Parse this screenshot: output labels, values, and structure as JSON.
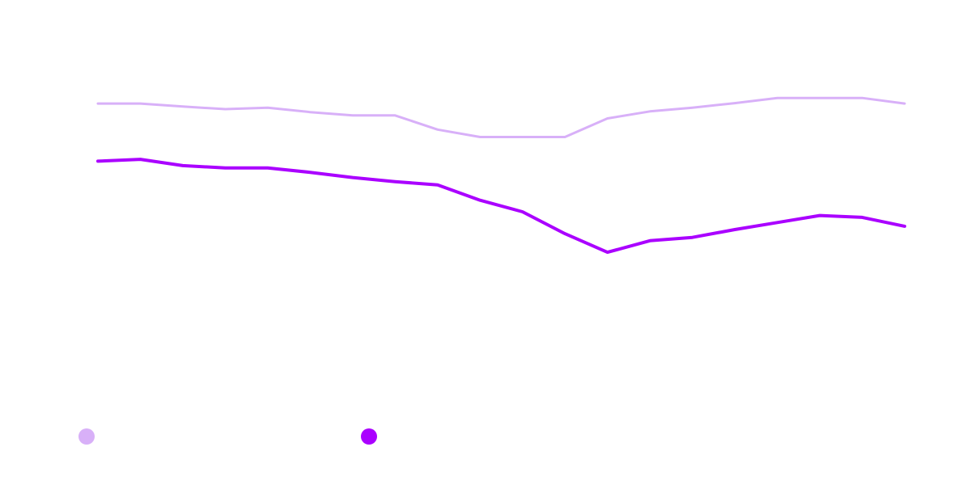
{
  "chart_data": {
    "type": "line",
    "title": "",
    "xlabel": "",
    "ylabel": "",
    "grid": false,
    "legend": "bottom-left",
    "x": [
      1,
      2,
      3,
      4,
      5,
      6,
      7,
      8,
      9,
      10,
      11,
      12,
      13,
      14,
      15,
      16,
      17,
      18,
      19,
      20
    ],
    "ylim": [
      0,
      100
    ],
    "series": [
      {
        "name": "",
        "color": "#d8b0f8",
        "values": [
          76.5,
          76.5,
          75.7,
          75.0,
          75.4,
          74.2,
          73.3,
          73.3,
          69.5,
          67.5,
          67.5,
          67.5,
          72.5,
          74.4,
          75.4,
          76.6,
          78.0,
          78.0,
          78.0,
          76.5
        ]
      },
      {
        "name": "",
        "color": "#aa00ff",
        "values": [
          61.0,
          61.5,
          59.8,
          59.2,
          59.2,
          58.0,
          56.6,
          55.5,
          54.6,
          50.5,
          47.4,
          41.5,
          36.5,
          39.6,
          40.5,
          42.6,
          44.5,
          46.4,
          45.9,
          43.5
        ]
      }
    ]
  }
}
